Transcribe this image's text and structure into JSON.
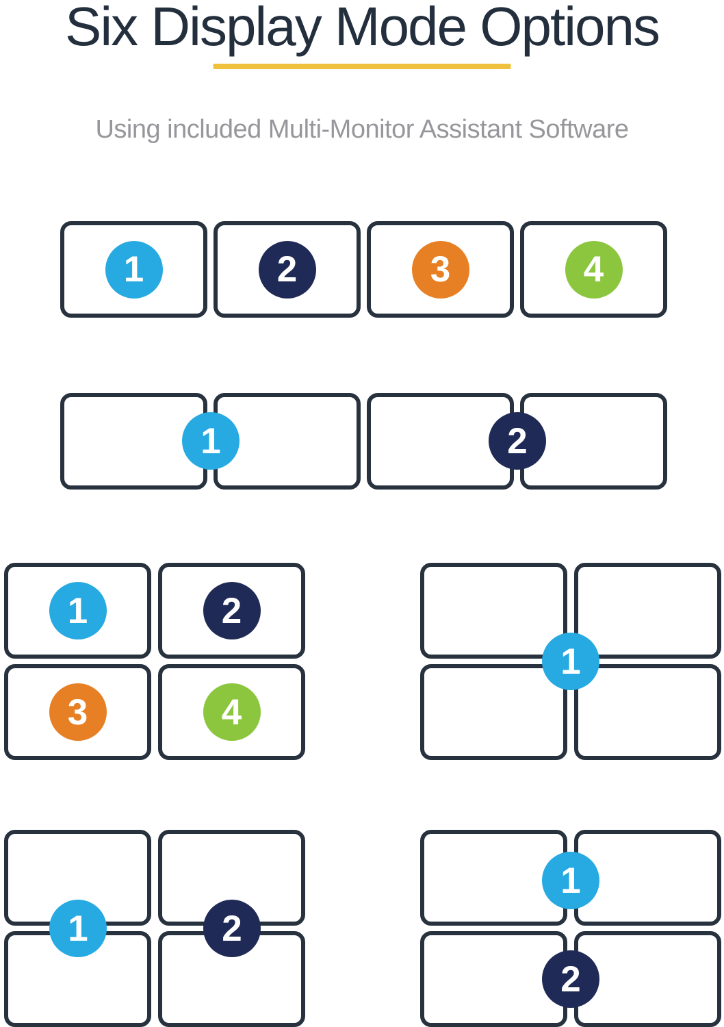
{
  "header": {
    "title": "Six Display Mode Options",
    "subtitle": "Using included Multi-Monitor Assistant Software"
  },
  "colors": {
    "title_text": "#242F3E",
    "subtitle_text": "#97979B",
    "underline": "#EFC13D",
    "monitor_border": "#28323E",
    "badge_text": "#FFFFFF",
    "badge_blue": "#27A9E1",
    "badge_navy": "#1F2A56",
    "badge_orange": "#E77F24",
    "badge_green": "#8CC63F"
  },
  "modes": [
    {
      "badges": [
        {
          "label": "1",
          "color": "blue"
        },
        {
          "label": "2",
          "color": "navy"
        },
        {
          "label": "3",
          "color": "orange"
        },
        {
          "label": "4",
          "color": "green"
        }
      ]
    },
    {
      "badges": [
        {
          "label": "1",
          "color": "blue"
        },
        {
          "label": "2",
          "color": "navy"
        }
      ]
    },
    {
      "badges": [
        {
          "label": "1",
          "color": "blue"
        },
        {
          "label": "2",
          "color": "navy"
        },
        {
          "label": "3",
          "color": "orange"
        },
        {
          "label": "4",
          "color": "green"
        }
      ]
    },
    {
      "badges": [
        {
          "label": "1",
          "color": "blue"
        }
      ]
    },
    {
      "badges": [
        {
          "label": "1",
          "color": "blue"
        },
        {
          "label": "2",
          "color": "navy"
        }
      ]
    },
    {
      "badges": [
        {
          "label": "1",
          "color": "blue"
        },
        {
          "label": "2",
          "color": "navy"
        }
      ]
    }
  ]
}
